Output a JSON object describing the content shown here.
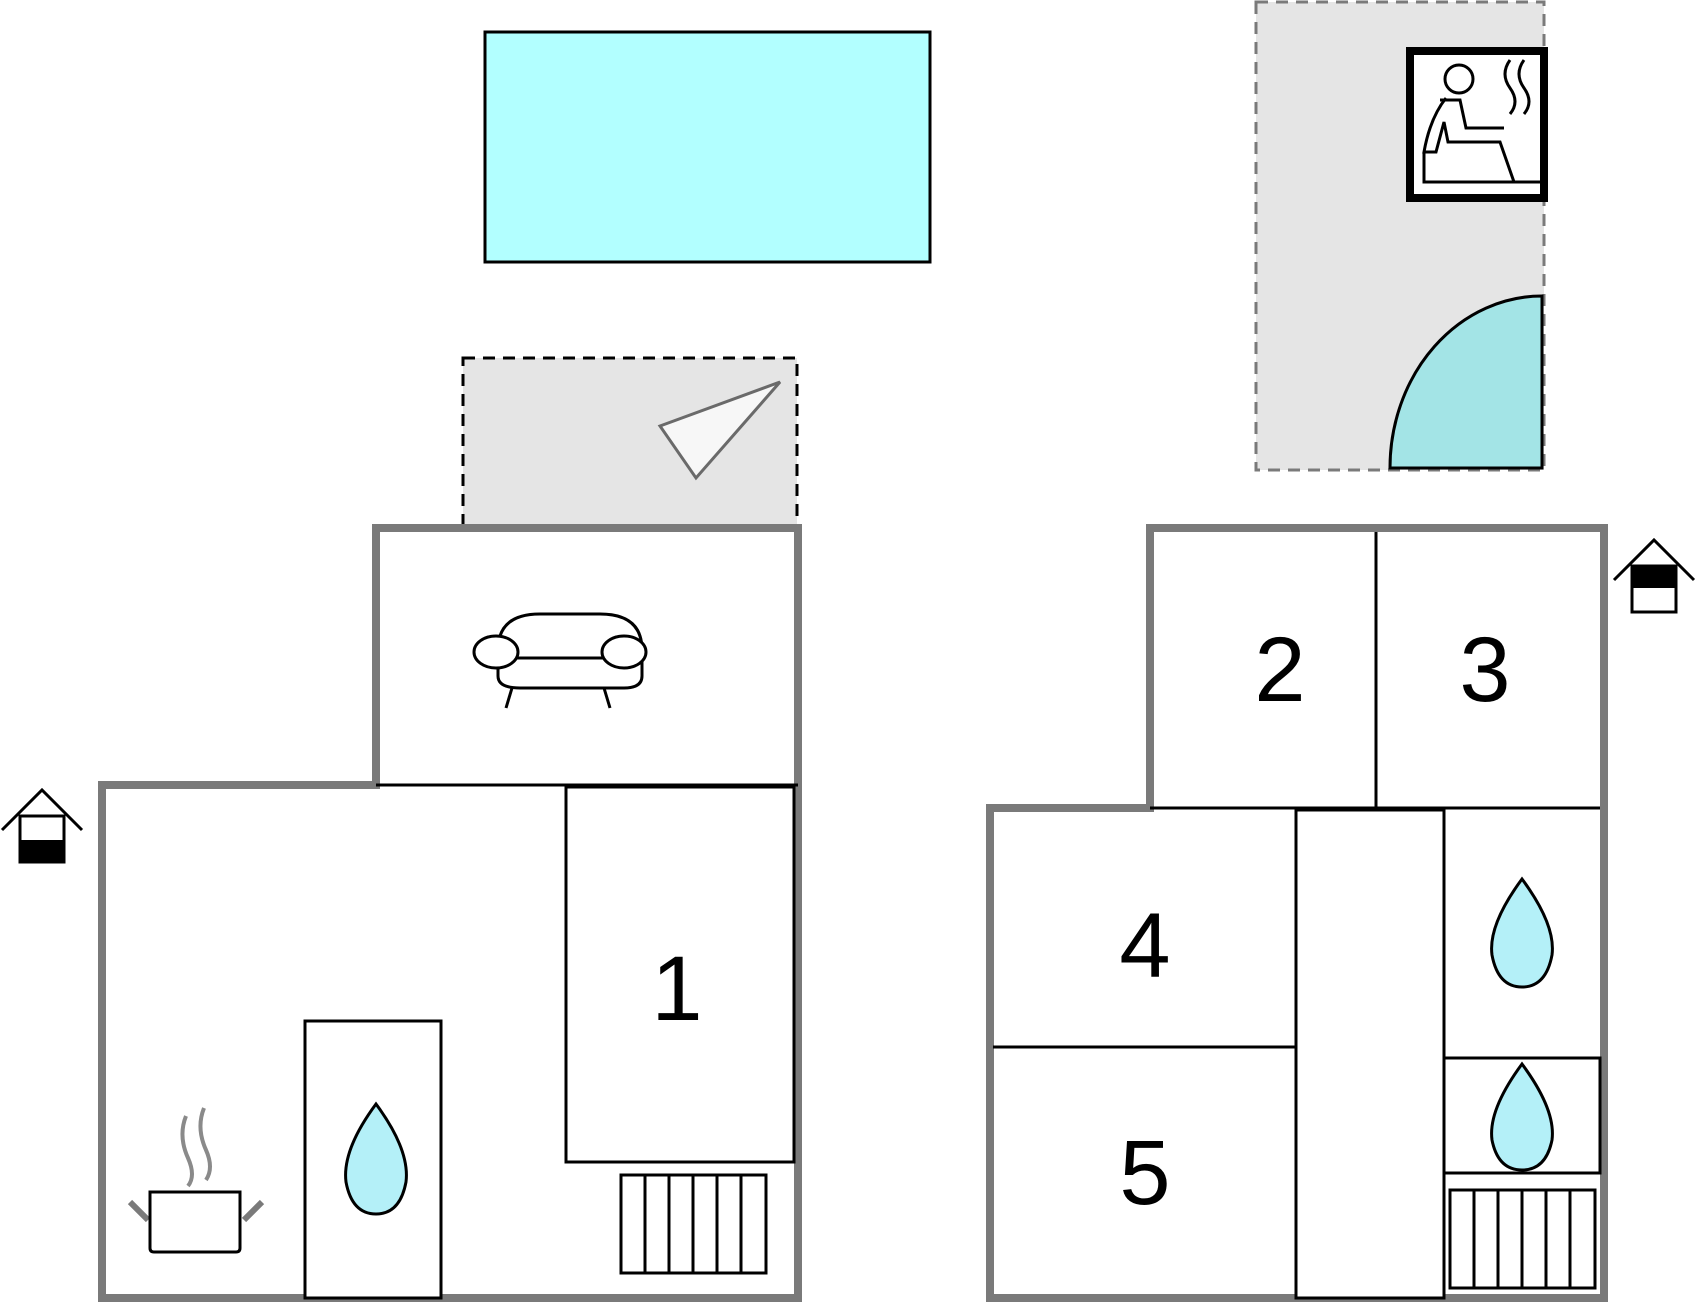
{
  "colors": {
    "wall": "#7a7a7a",
    "line": "#000000",
    "pool": "#b2ffff",
    "terrace": "#e5e5e5",
    "water_drop": "#b4f0f8",
    "hot_tub": "#a3e4e6"
  },
  "rooms": [
    {
      "number": "1"
    },
    {
      "number": "2"
    },
    {
      "number": "3"
    },
    {
      "number": "4"
    },
    {
      "number": "5"
    }
  ],
  "icons": [
    "pool",
    "terrace-awning",
    "sauna-icon",
    "hot-tub-icon",
    "entrance-icon",
    "sofa-icon",
    "kitchen-pot-icon",
    "water-drop-icon",
    "radiator-icon"
  ]
}
